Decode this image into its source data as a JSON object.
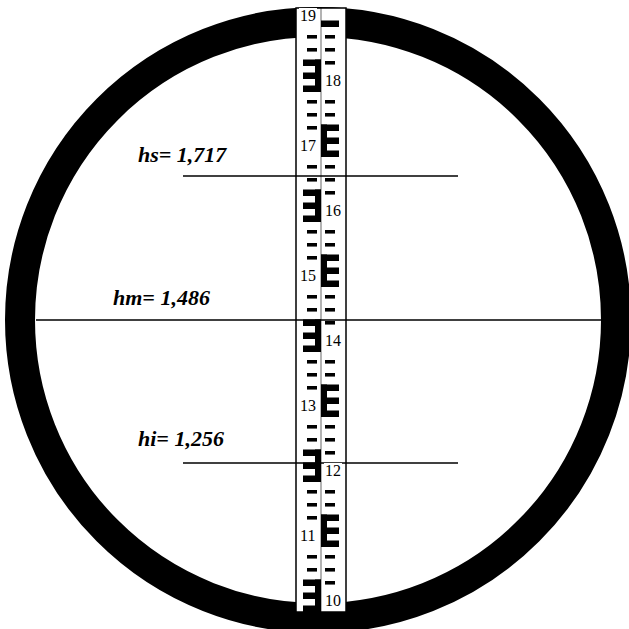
{
  "diagram": {
    "labels": [
      "hs= 1,717",
      "hm= 1,486",
      "hi= 1,256",
      "19",
      "18",
      "17",
      "16",
      "15",
      "14",
      "13",
      "12",
      "11",
      "10"
    ]
  }
}
